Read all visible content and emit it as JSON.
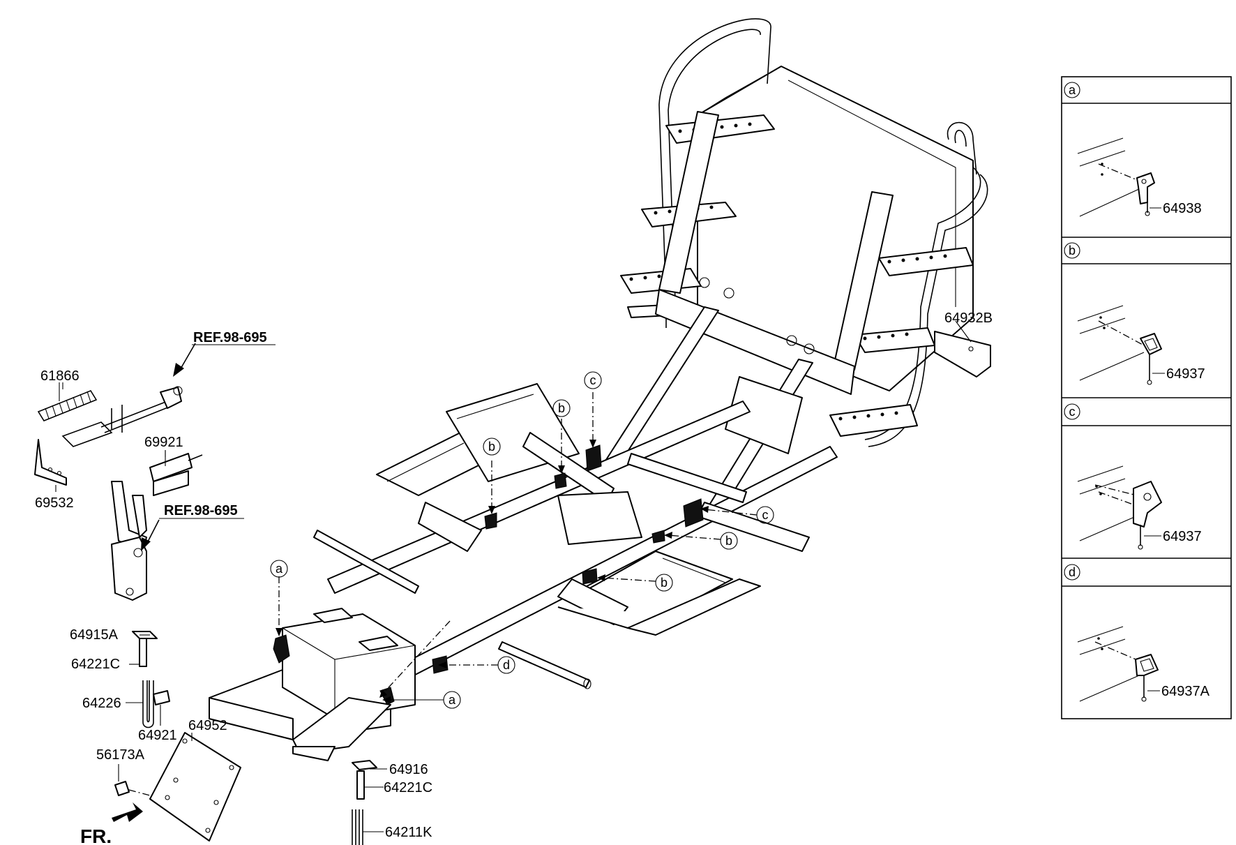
{
  "labels": {
    "p61866": "61866",
    "p69532": "69532",
    "p69921": "69921",
    "ref1": "REF.98-695",
    "ref2": "REF.98-695",
    "p64915A": "64915A",
    "p64221C_1": "64221C",
    "p64226": "64226",
    "p64921": "64921",
    "p64952": "64952",
    "p56173A": "56173A",
    "p64916": "64916",
    "p64221C_2": "64221C",
    "p64211K": "64211K",
    "p64932B": "64932B",
    "fr": "FR."
  },
  "callouts": {
    "a": "a",
    "b": "b",
    "c": "c",
    "d": "d"
  },
  "detail_panels": [
    {
      "key": "a",
      "part": "64938"
    },
    {
      "key": "b",
      "part": "64937"
    },
    {
      "key": "c",
      "part": "64937"
    },
    {
      "key": "d",
      "part": "64937A"
    }
  ]
}
